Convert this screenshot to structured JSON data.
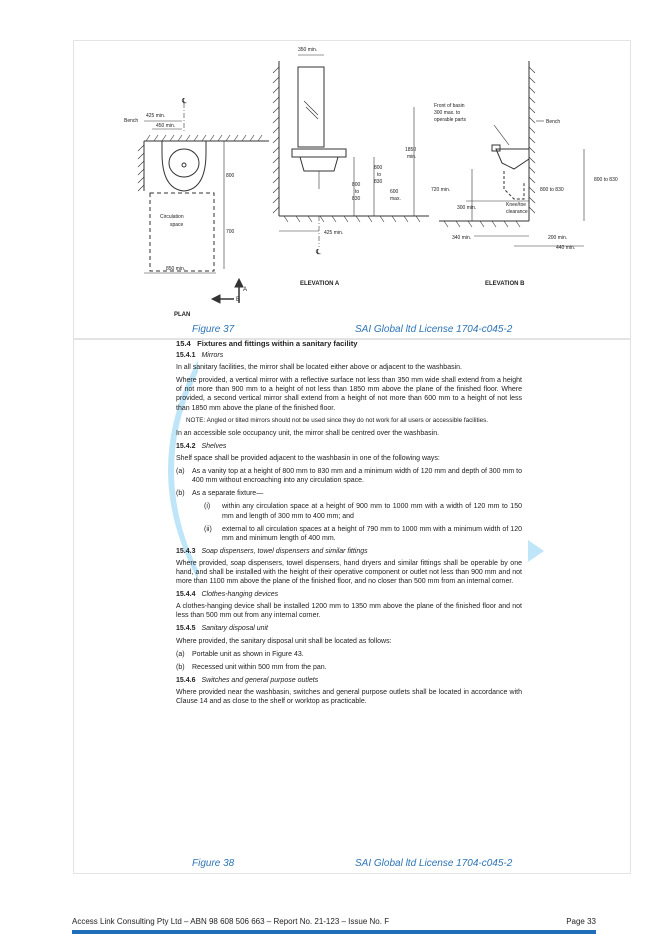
{
  "figure37": {
    "caption": "Figure 37",
    "license": "SAI Global ltd License 1704-c045-2",
    "plan": {
      "title": "PLAN",
      "bench": "Bench",
      "cl": "℄",
      "dim_425": "425 min.",
      "dim_450": "450 min.",
      "dim_800": "800",
      "dim_700": "700",
      "circ1": "Circulation",
      "circ2": "space",
      "dim_850": "850 min.",
      "arrow_a": "A",
      "arrow_b": "B"
    },
    "elevA": {
      "title": "ELEVATION A",
      "dim_350": "350 min.",
      "dim_1850a": "1850",
      "dim_1850b": "min.",
      "dim_800": "800",
      "dim_to": "to",
      "dim_830": "830",
      "dim_600": "600",
      "dim_max": "max.",
      "dim_425": "425 min.",
      "cl": "℄"
    },
    "elevB": {
      "title": "ELEVATION B",
      "front1": "Front of basin",
      "front2": "300 max. to",
      "front3": "operable parts",
      "bench": "Bench",
      "dim_800_830a": "800 to 830",
      "dim_800_830b": "800 to 830",
      "dim_720": "720 min.",
      "dim_300": "300 min.",
      "knee1": "Knee/toe",
      "knee2": "clearance",
      "dim_340": "340 min.",
      "dim_200": "200 min.",
      "dim_440": "440 min."
    }
  },
  "figure38": {
    "caption": "Figure 38",
    "license": "SAI Global ltd License 1704-c045-2"
  },
  "doc": {
    "s154_num": "15.4",
    "s154_title": "Fixtures and fittings within a sanitary facility",
    "s1541_num": "15.4.1",
    "s1541_title": "Mirrors",
    "p1": "In all sanitary facilities, the mirror shall be located either above or adjacent to the washbasin.",
    "p2": "Where provided, a vertical mirror with a reflective surface not less than 350 mm wide shall extend from a height of not more than 900 mm to a height of not less than 1850 mm above the plane of the finished floor. Where provided, a second vertical mirror shall extend from a height of not more than 600 mm to a height of not less than 1850 mm above the plane of the finished floor.",
    "note": "NOTE: Angled or tilted mirrors should not be used since they do not work for all users or accessible facilities.",
    "p3": "In an accessible sole occupancy unit, the mirror shall be centred over the washbasin.",
    "s1542_num": "15.4.2",
    "s1542_title": "Shelves",
    "p4": "Shelf space shall be provided adjacent to the washbasin in one of the following ways:",
    "a_lbl": "(a)",
    "a_txt": "As a vanity top at a height of 800 mm to 830 mm and a minimum width of 120 mm and depth of 300 mm to 400 mm without encroaching into any circulation space.",
    "b_lbl": "(b)",
    "b_txt": "As a separate fixture—",
    "i_lbl": "(i)",
    "i_txt": "within any circulation space at a height of 900 mm to 1000 mm with a width of 120 mm to 150 mm and length of 300 mm to 400 mm; and",
    "ii_lbl": "(ii)",
    "ii_txt": "external to all circulation spaces at a height of 790 mm to 1000 mm with a minimum width of 120 mm and minimum length of 400 mm.",
    "s1543_num": "15.4.3",
    "s1543_title": "Soap dispensers, towel dispensers and similar fittings",
    "p5": "Where provided, soap dispensers, towel dispensers, hand dryers and similar fittings shall be operable by one hand, and shall be installed with the height of their operative component or outlet not less than 900 mm and not more than 1100 mm above the plane of the finished floor, and no closer than 500 mm from an internal corner.",
    "s1544_num": "15.4.4",
    "s1544_title": "Clothes-hanging devices",
    "p6": "A clothes-hanging device shall be installed 1200 mm to 1350 mm above the plane of the finished floor and not less than 500 mm out from any internal corner.",
    "s1545_num": "15.4.5",
    "s1545_title": "Sanitary disposal unit",
    "p7": "Where provided, the sanitary disposal unit shall be located as follows:",
    "c_lbl": "(a)",
    "c_txt": "Portable unit as shown in Figure 43.",
    "d_lbl": "(b)",
    "d_txt": "Recessed unit within 500 mm from the pan.",
    "s1546_num": "15.4.6",
    "s1546_title": "Switches and general purpose outlets",
    "p8": "Where provided near the washbasin, switches and general purpose outlets shall be located in accordance with Clause 14 and as close to the shelf or worktop as practicable."
  },
  "footer": {
    "left": "Access Link Consulting Pty Ltd  –  ABN 98 608 506 663  –  Report No. 21-123  –  Issue No. F",
    "right": "Page 33"
  },
  "colors": {
    "caption_blue": "#2e75b6",
    "footer_bar": "#1f6fb8",
    "decor_cyan": "#bfe6f8"
  }
}
